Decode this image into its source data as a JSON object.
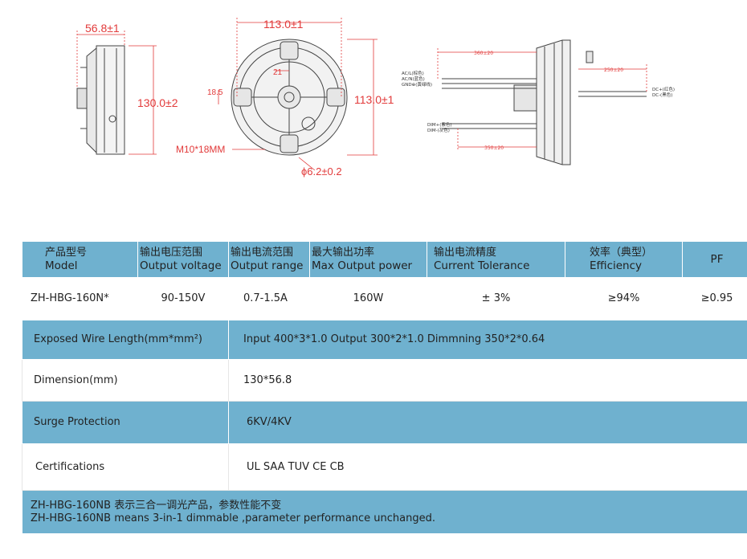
{
  "drawings": {
    "side_width": "56.8±1",
    "side_height": "130.0±2",
    "top_diameter": "113.0±1",
    "top_right_height": "113.0±1",
    "left_18": "18.5",
    "top_21": "21",
    "thread": "M10*18MM",
    "hole": "ϕ6.2±0.2",
    "cable_in_len": "360±20",
    "cable_out_len": "250±20",
    "cable_dim_len": "350±20",
    "ac_l": "AC/L(棕色)",
    "ac_n": "AC/N(蓝色)",
    "gnd": "GND⊕(黄绿线)",
    "dc_plus": "DC+(红色)",
    "dc_minus": "DC-(黑色)",
    "dim_plus": "DIM+(紫色)",
    "dim_minus": "DIM-(灰色)"
  },
  "table": {
    "headers": [
      {
        "zh": "产品型号",
        "en": "Model"
      },
      {
        "zh": "输出电压范围",
        "en": "Output voltage"
      },
      {
        "zh": "输出电流范围",
        "en": "Output range"
      },
      {
        "zh": "最大输出功率",
        "en": "Max  Output  power"
      },
      {
        "zh": "输出电流精度",
        "en": "Current Tolerance"
      },
      {
        "zh": "效率（典型）",
        "en": "Efficiency"
      },
      {
        "zh": "",
        "en": "PF"
      }
    ],
    "model_row": [
      "ZH-HBG-160N*",
      "90-150V",
      "0.7-1.5A",
      "160W",
      "± 3%",
      "≥94%",
      "≥0.95"
    ],
    "wire_label": "Exposed Wire Length(mm*mm²)",
    "wire_value": "Input 400*3*1.0 Output 300*2*1.0 Dimmning 350*2*0.64",
    "dim_label": "Dimension(mm)",
    "dim_value": "130*56.8",
    "surge_label": "Surge Protection",
    "surge_value": "6KV/4KV",
    "cert_label": "Certifications",
    "cert_value": "UL SAA TUV CE CB",
    "note_zh": "ZH-HBG-160NB   表示三合一调光产品，参数性能不变",
    "note_en": "ZH-HBG-160NB means 3-in-1 dimmable ,parameter performance unchanged."
  }
}
